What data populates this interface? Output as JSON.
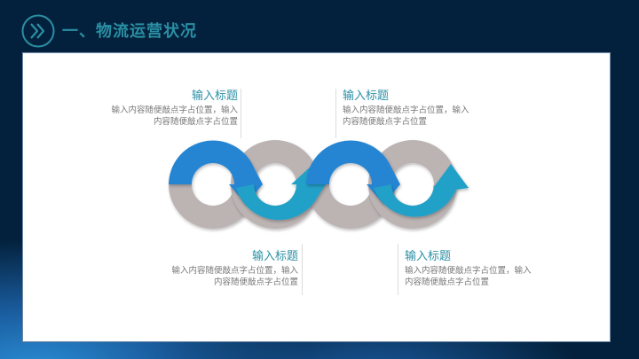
{
  "header": {
    "title": "一、物流运营状况",
    "icon": "double-chevron-right-circle-icon",
    "title_color": "#2a8fa4"
  },
  "diagram": {
    "type": "linked-ring-cycle",
    "ring_count": 4,
    "colors": {
      "blue": "#2585d2",
      "teal": "#22a1c8",
      "gray": "#bcb3b3"
    }
  },
  "steps": [
    {
      "title": "输入标题",
      "body_line1": "输入内容随便敲点字占位置，输入",
      "body_line2": "内容随便敲点字占位置",
      "position": "top-left"
    },
    {
      "title": "输入标题",
      "body_line1": "输入内容随便敲点字占位置，输入",
      "body_line2": "内容随便敲点字占位置",
      "position": "top-right"
    },
    {
      "title": "输入标题",
      "body_line1": "输入内容随便敲点字占位置，输入",
      "body_line2": "内容随便敲点字占位置",
      "position": "bottom-left"
    },
    {
      "title": "输入标题",
      "body_line1": "输入内容随便敲点字占位置，输入",
      "body_line2": "内容随便敲点字占位置",
      "position": "bottom-right"
    }
  ]
}
